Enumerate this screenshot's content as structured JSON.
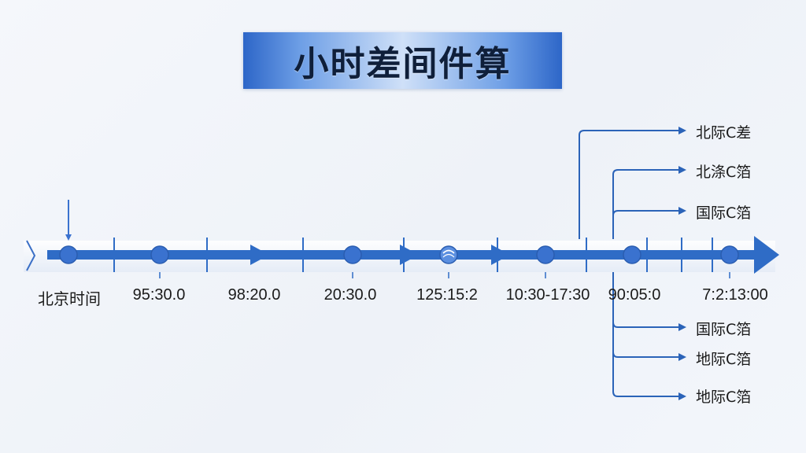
{
  "title": "小时差间件算",
  "timeline": {
    "labels": [
      "北京时间",
      "95:30.0",
      "98:20.0",
      "20:30.0",
      "125:15:2",
      "10:30-17:30",
      "90:05:0",
      "7:2:13:00"
    ]
  },
  "branches": {
    "upper": [
      "北际C差",
      "北涤C箔",
      "国际C箔"
    ],
    "lower": [
      "国际C箔",
      "地际C箔",
      "地际C箔"
    ]
  },
  "colors": {
    "arrow": "#2f6cc6",
    "node": "#3a72cf",
    "branch": "#2b63b8"
  }
}
